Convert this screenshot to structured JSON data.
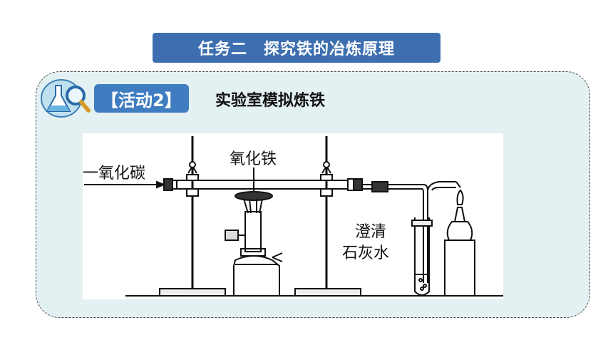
{
  "header": {
    "title": "任务二　探究铁的冶炼原理"
  },
  "activity": {
    "tag": "【活动2】",
    "title": "实验室模拟炼铁",
    "icon": "flask-magnifier-icon"
  },
  "diagram": {
    "labels": {
      "co_inlet": "一氧化碳",
      "iron_oxide": "氧化铁",
      "limewater_line1": "澄清",
      "limewater_line2": "石灰水"
    }
  },
  "colors": {
    "banner": "#3d6fb0",
    "tag": "#3f7cc0",
    "panel": "#e4f1f3"
  }
}
